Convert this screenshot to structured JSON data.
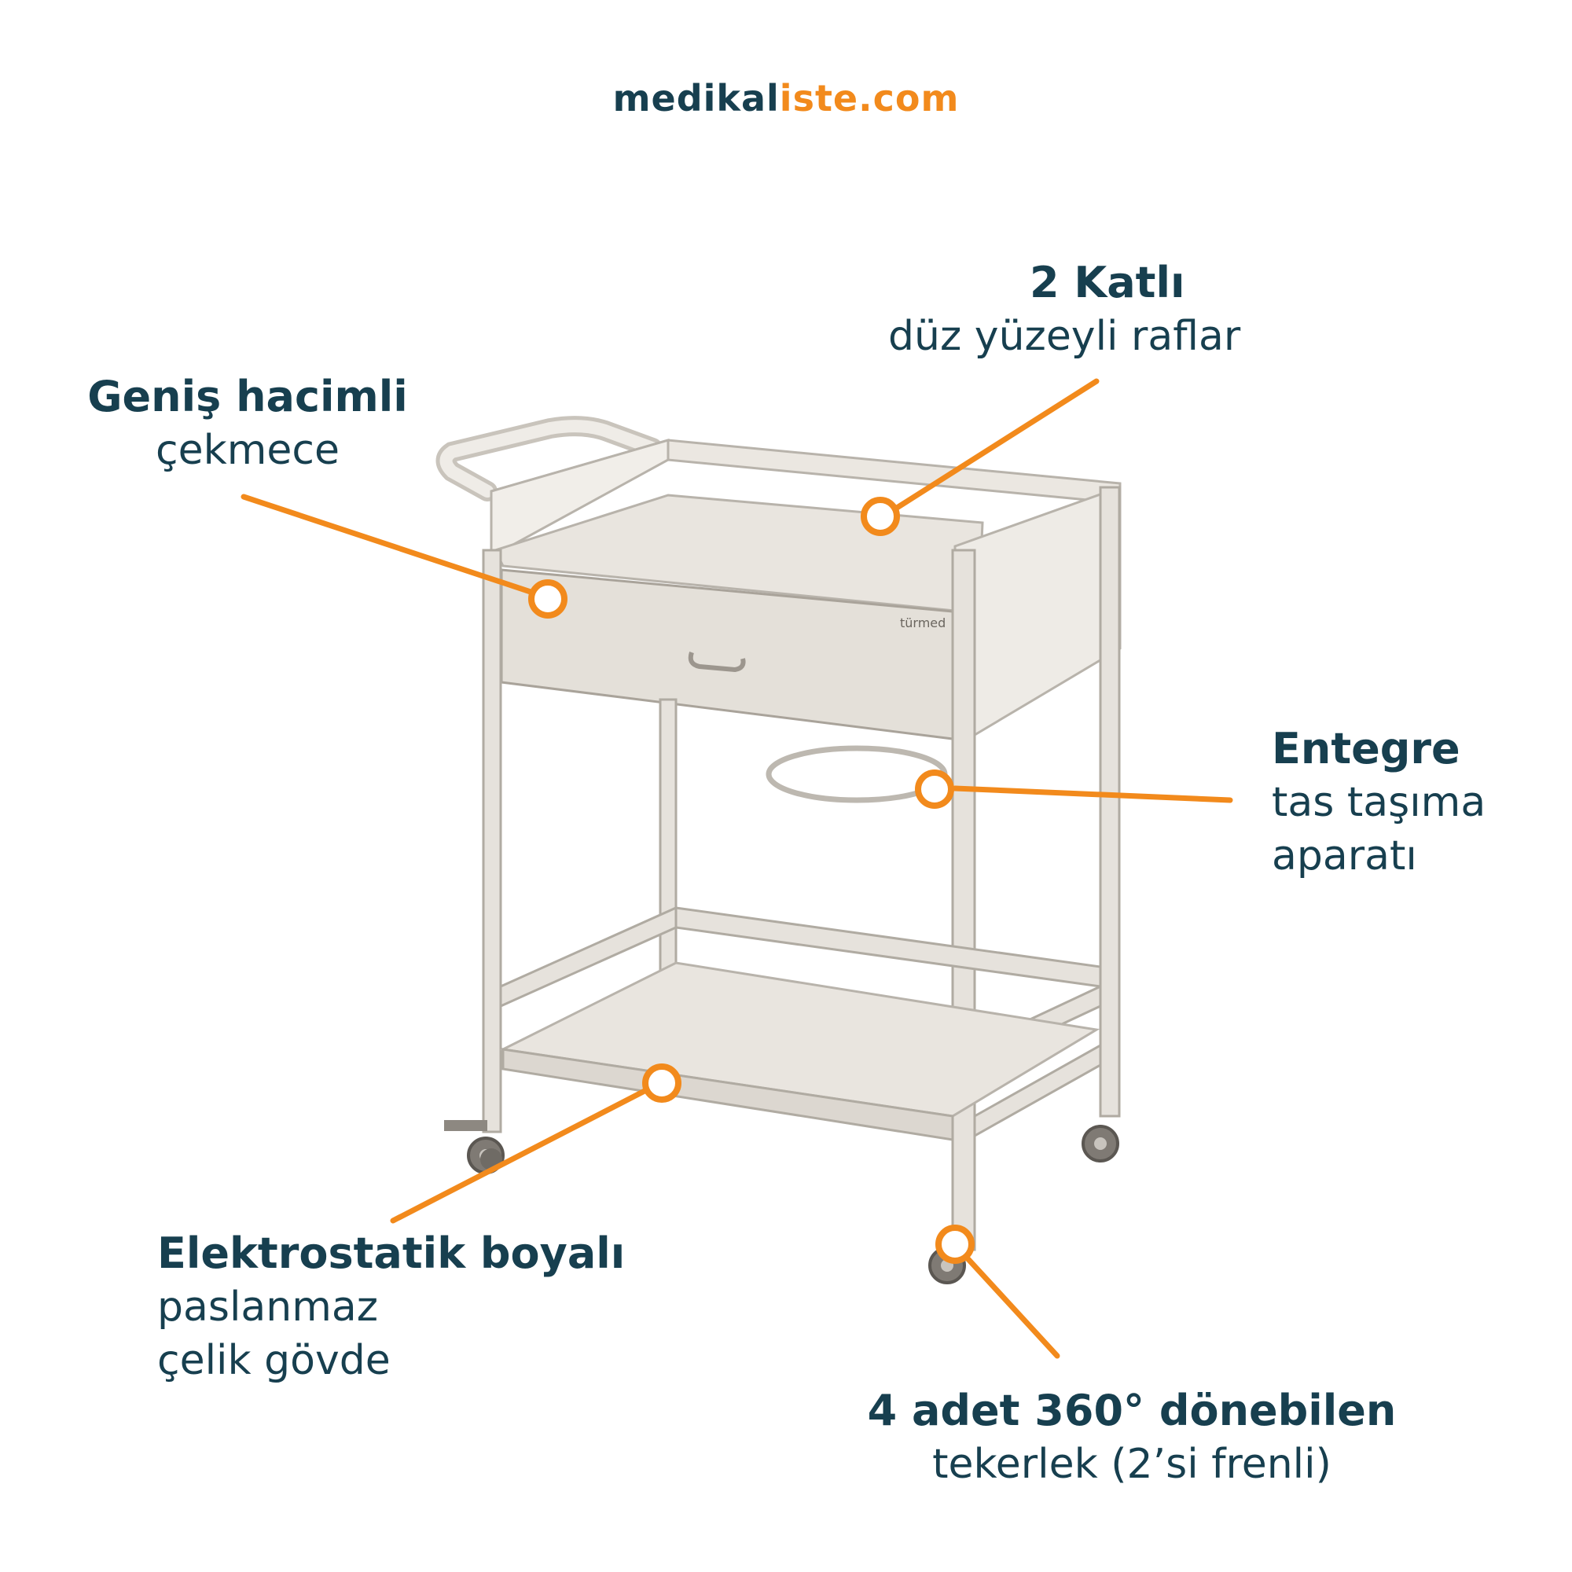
{
  "logo": {
    "part1": "medikal",
    "part2": "iste.com"
  },
  "callouts": {
    "shelves": {
      "title": "2 Katlı",
      "sub1": "düz yüzeyli raflar"
    },
    "drawer": {
      "title": "Geniş hacimli",
      "sub1": "çekmece"
    },
    "basin": {
      "title": "Entegre",
      "sub1": "tas taşıma",
      "sub2": "aparatı"
    },
    "body": {
      "title": "Elektrostatik boyalı",
      "sub1": "paslanmaz",
      "sub2": "çelik gövde"
    },
    "wheels": {
      "title": "4 adet 360° dönebilen",
      "sub1": "tekerlek (2’si frenli)"
    }
  },
  "colors": {
    "brand_dark": "#173f4f",
    "accent": "#f28a1c",
    "cart": "#e9e5df",
    "cart_edge": "#b8b3ab"
  },
  "product_brand": "türmed"
}
